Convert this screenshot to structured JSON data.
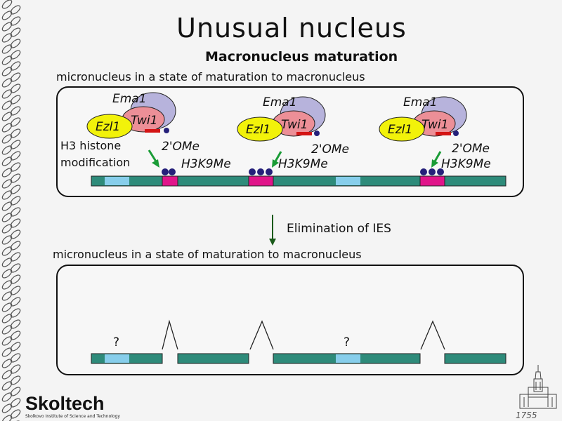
{
  "title": "Unusual nucleus",
  "subtitle": "Macronucleus maturation",
  "top_caption": "micronucleus in a state of maturation to macronucleus",
  "bottom_caption": "micronucleus in a state of maturation to macronucleus",
  "histone_label": [
    "H3 histone",
    "modification"
  ],
  "complex": {
    "ema": "Ema1",
    "twi": "Twi1",
    "ezl": "Ezl1"
  },
  "marks": {
    "ome": "2'OMe",
    "h3k9": "H3K9Me"
  },
  "step_label": "Elimination of IES",
  "unknown": "?",
  "logo": {
    "name": "Skoltech",
    "tagline": "Skolkovo Institute of Science and Technology"
  },
  "year": "1755",
  "colors": {
    "dna": "#2e8b7a",
    "ies": "#e0148a",
    "mds_gap": "#87ceeb",
    "ezl": "#f2f20a",
    "twi": "#ec8f97",
    "ema": "#b7b3dc",
    "dot": "#25207a",
    "arrow": "#1a9c36"
  }
}
